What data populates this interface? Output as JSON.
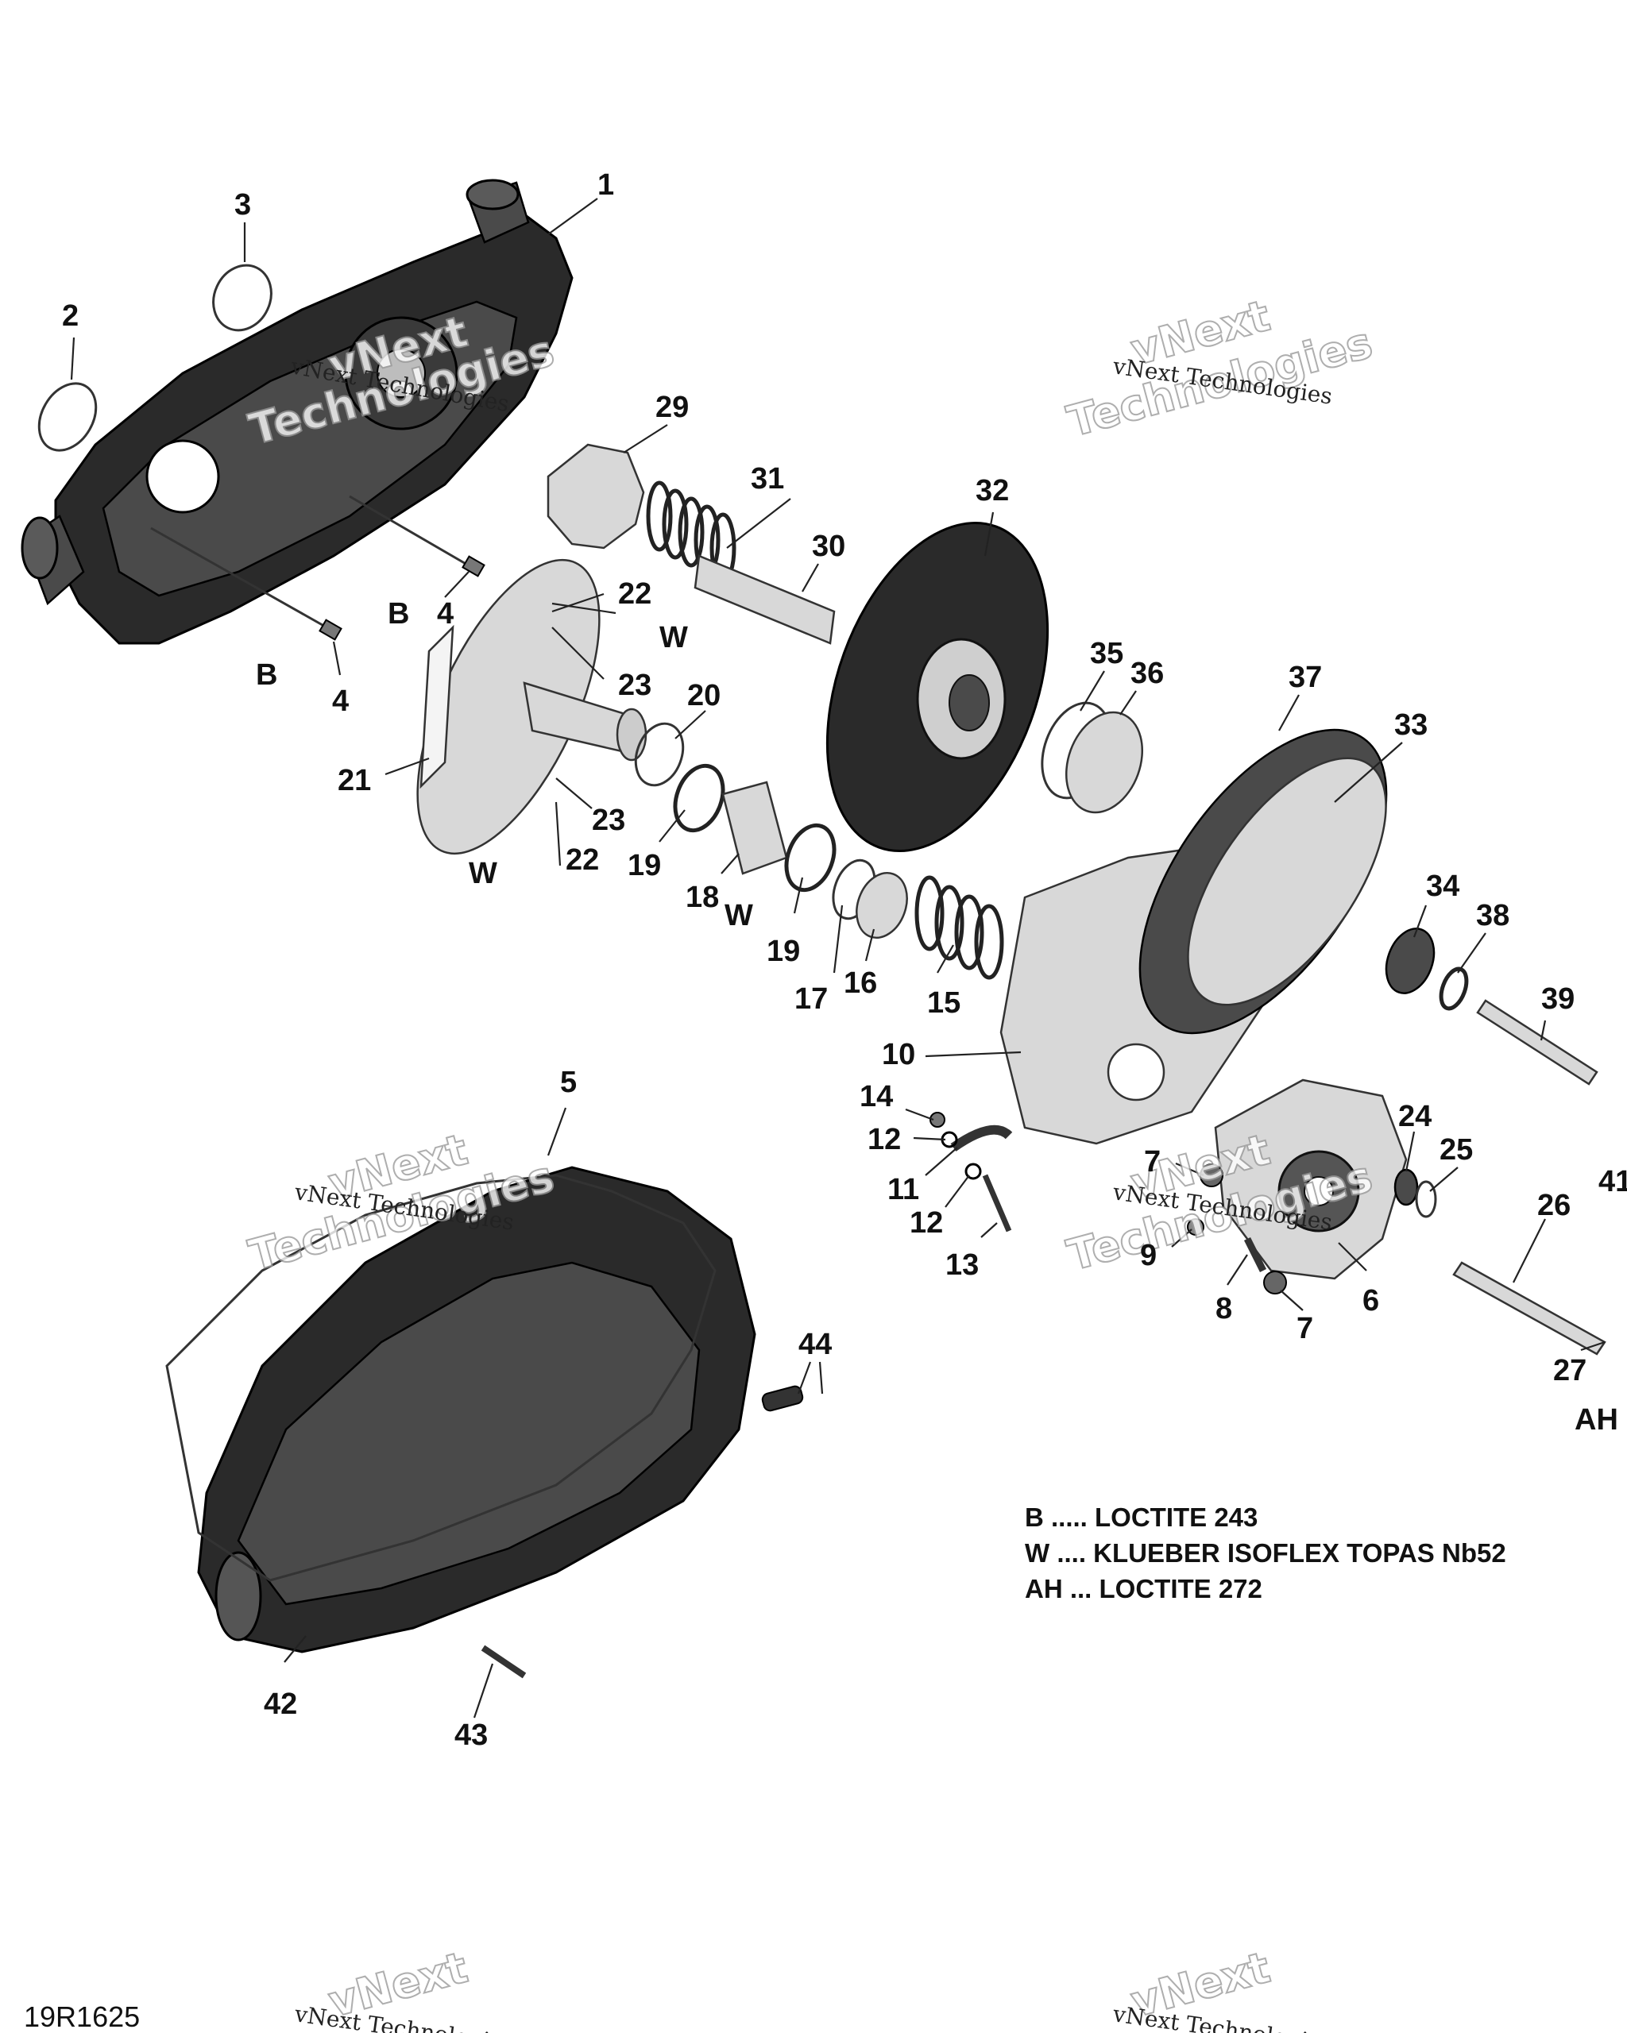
{
  "diagram": {
    "callouts": [
      {
        "id": "c1",
        "text": "1"
      },
      {
        "id": "c2",
        "text": "2"
      },
      {
        "id": "c3",
        "text": "3"
      },
      {
        "id": "c4a",
        "text": "4"
      },
      {
        "id": "c4b",
        "text": "4"
      },
      {
        "id": "cB1",
        "text": "B"
      },
      {
        "id": "cB2",
        "text": "B"
      },
      {
        "id": "c5",
        "text": "5"
      },
      {
        "id": "c6",
        "text": "6"
      },
      {
        "id": "c7a",
        "text": "7"
      },
      {
        "id": "c7b",
        "text": "7"
      },
      {
        "id": "c8",
        "text": "8"
      },
      {
        "id": "c9",
        "text": "9"
      },
      {
        "id": "c10",
        "text": "10"
      },
      {
        "id": "c11",
        "text": "11"
      },
      {
        "id": "c12a",
        "text": "12"
      },
      {
        "id": "c12b",
        "text": "12"
      },
      {
        "id": "c13",
        "text": "13"
      },
      {
        "id": "c14",
        "text": "14"
      },
      {
        "id": "c15",
        "text": "15"
      },
      {
        "id": "c16",
        "text": "16"
      },
      {
        "id": "c17",
        "text": "17"
      },
      {
        "id": "c18",
        "text": "18"
      },
      {
        "id": "c19a",
        "text": "19"
      },
      {
        "id": "c19b",
        "text": "19"
      },
      {
        "id": "c20",
        "text": "20"
      },
      {
        "id": "c21",
        "text": "21"
      },
      {
        "id": "c22a",
        "text": "22"
      },
      {
        "id": "c22b",
        "text": "22"
      },
      {
        "id": "c23a",
        "text": "23"
      },
      {
        "id": "c23b",
        "text": "23"
      },
      {
        "id": "cW1",
        "text": "W"
      },
      {
        "id": "cW2",
        "text": "W"
      },
      {
        "id": "cW3",
        "text": "W"
      },
      {
        "id": "c24",
        "text": "24"
      },
      {
        "id": "c25",
        "text": "25"
      },
      {
        "id": "c26",
        "text": "26"
      },
      {
        "id": "c27",
        "text": "27"
      },
      {
        "id": "cAH",
        "text": "AH"
      },
      {
        "id": "c29",
        "text": "29"
      },
      {
        "id": "c30",
        "text": "30"
      },
      {
        "id": "c31",
        "text": "31"
      },
      {
        "id": "c32",
        "text": "32"
      },
      {
        "id": "c33",
        "text": "33"
      },
      {
        "id": "c34",
        "text": "34"
      },
      {
        "id": "c35",
        "text": "35"
      },
      {
        "id": "c36",
        "text": "36"
      },
      {
        "id": "c37",
        "text": "37"
      },
      {
        "id": "c38",
        "text": "38"
      },
      {
        "id": "c39",
        "text": "39"
      },
      {
        "id": "c41",
        "text": "41"
      },
      {
        "id": "c42",
        "text": "42"
      },
      {
        "id": "c43",
        "text": "43"
      },
      {
        "id": "c44",
        "text": "44"
      }
    ],
    "legend": [
      "B ..... LOCTITE 243",
      "W .... KLUEBER ISOFLEX TOPAS Nb52",
      "AH ... LOCTITE 272"
    ],
    "reference_code": "19R1625",
    "watermark": {
      "brand": "vNext",
      "word": "Technologies",
      "line": "vNext Technologies"
    }
  }
}
